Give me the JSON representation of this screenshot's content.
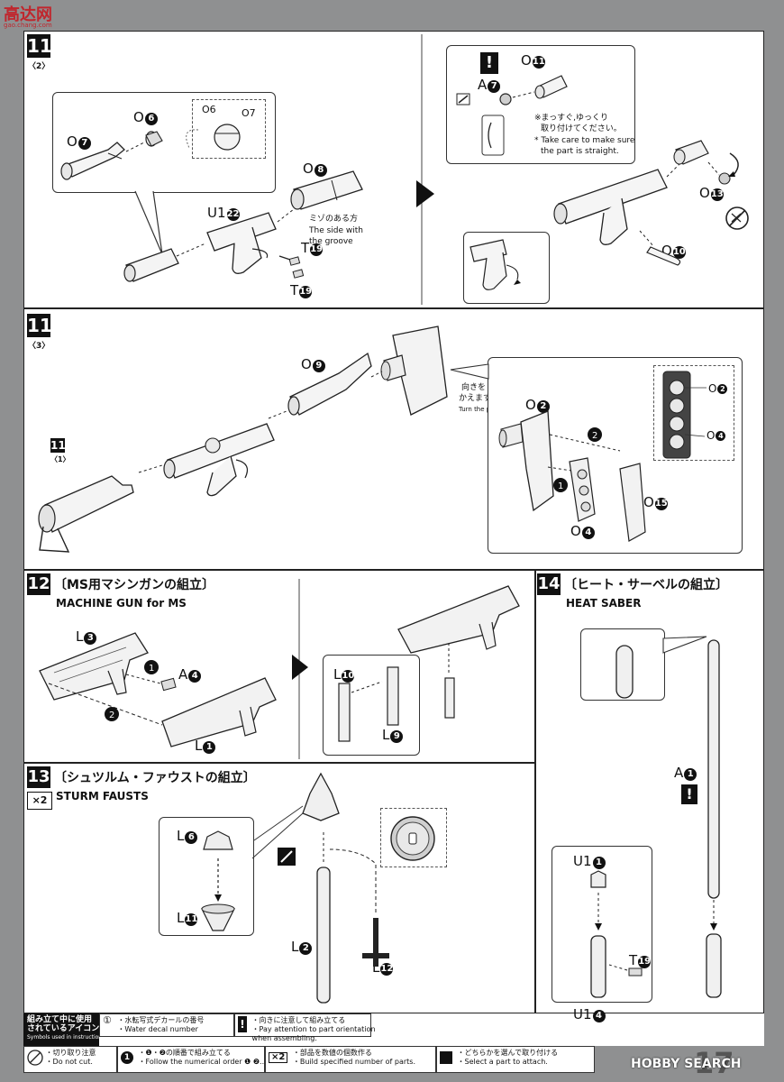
{
  "watermark": {
    "top_text": "高达网",
    "top_sub": "gao.chang.com",
    "bottom_text": "HOBBY SEARCH",
    "page_number": "17"
  },
  "step11_2": {
    "num": "11",
    "sub": "〈2〉",
    "labels": {
      "o6": "O",
      "o6c": "6",
      "o7": "O",
      "o7c": "7",
      "o8": "O",
      "o8c": "8",
      "u1": "U1",
      "u1c": "22",
      "t19a": "T",
      "t19ac": "19",
      "t19b": "T",
      "t19bc": "19",
      "o6s": "O6",
      "o7s": "O7",
      "a7": "A",
      "a7c": "7",
      "o11": "O",
      "o11c": "11",
      "o13": "O",
      "o13c": "13",
      "o10": "O",
      "o10c": "10"
    },
    "groove_jp": "ミゾのある方",
    "groove_en1": "The side with",
    "groove_en2": "the groove",
    "care_jp1": "※まっすぐ,ゆっくり",
    "care_jp2": "取り付けてください。",
    "care_en1": "* Take care to make sure",
    "care_en2": "the part is straight."
  },
  "step11_3": {
    "num": "11",
    "sub": "〈3〉",
    "ref_num": "11",
    "ref_sub": "〈1〉",
    "labels": {
      "o9": "O",
      "o9c": "9",
      "o2": "O",
      "o2c": "2",
      "o4": "O",
      "o4c": "4",
      "o15": "O",
      "o15c": "15",
      "o2s": "O",
      "o2sc": "2",
      "o4s": "O",
      "o4sc": "4"
    },
    "turn_jp1": "向きを",
    "turn_jp2": "かえます。",
    "turn_en": "Turn the parts"
  },
  "step12": {
    "num": "12",
    "title_jp": "〔MS用マシンガンの組立〕",
    "title_en": "MACHINE GUN for MS",
    "labels": {
      "l3": "L",
      "l3c": "3",
      "a4": "A",
      "a4c": "4",
      "l1": "L",
      "l1c": "1",
      "l10": "L",
      "l10c": "10",
      "l9": "L",
      "l9c": "9"
    }
  },
  "step13": {
    "num": "13",
    "mult": "×2",
    "title_jp": "〔シュツルム・ファウストの組立〕",
    "title_en": "STURM FAUSTS",
    "labels": {
      "l6": "L",
      "l6c": "6",
      "l11": "L",
      "l11c": "11",
      "l2": "L",
      "l2c": "2",
      "l12": "L",
      "l12c": "12"
    }
  },
  "step14": {
    "num": "14",
    "title_jp": "〔ヒート・サーベルの組立〕",
    "title_en": "HEAT SABER",
    "labels": {
      "a1": "A",
      "a1c": "1",
      "u1a": "U1",
      "u1ac": "1",
      "t19": "T",
      "t19c": "19",
      "u1b": "U1",
      "u1bc": "4"
    }
  },
  "legend": {
    "heading_jp1": "組み立て中に使用",
    "heading_jp2": "されているアイコン",
    "heading_en": "Symbols used in instructions",
    "decal_jp": "・水転写式デカールの番号",
    "decal_en": "・Water decal number",
    "orient_jp": "・向きに注意して組み立てる",
    "orient_en1": "・Pay attention to part orientation",
    "orient_en2": "when assembling.",
    "nocut_jp": "・切り取り注意",
    "nocut_en": "・Do not cut.",
    "order_jp": "・❶・❷の順番で組み立てる",
    "order_en": "・Follow the numerical order ❶ ❷...",
    "count_jp": "・部品を数値の個数作る",
    "count_en": "・Build specified number of parts.",
    "select_jp": "・どちらかを選んで取り付ける",
    "select_en": "・Select a part to attach.",
    "order_icon": "1",
    "count_icon": "×2",
    "decal_icon": "①"
  }
}
